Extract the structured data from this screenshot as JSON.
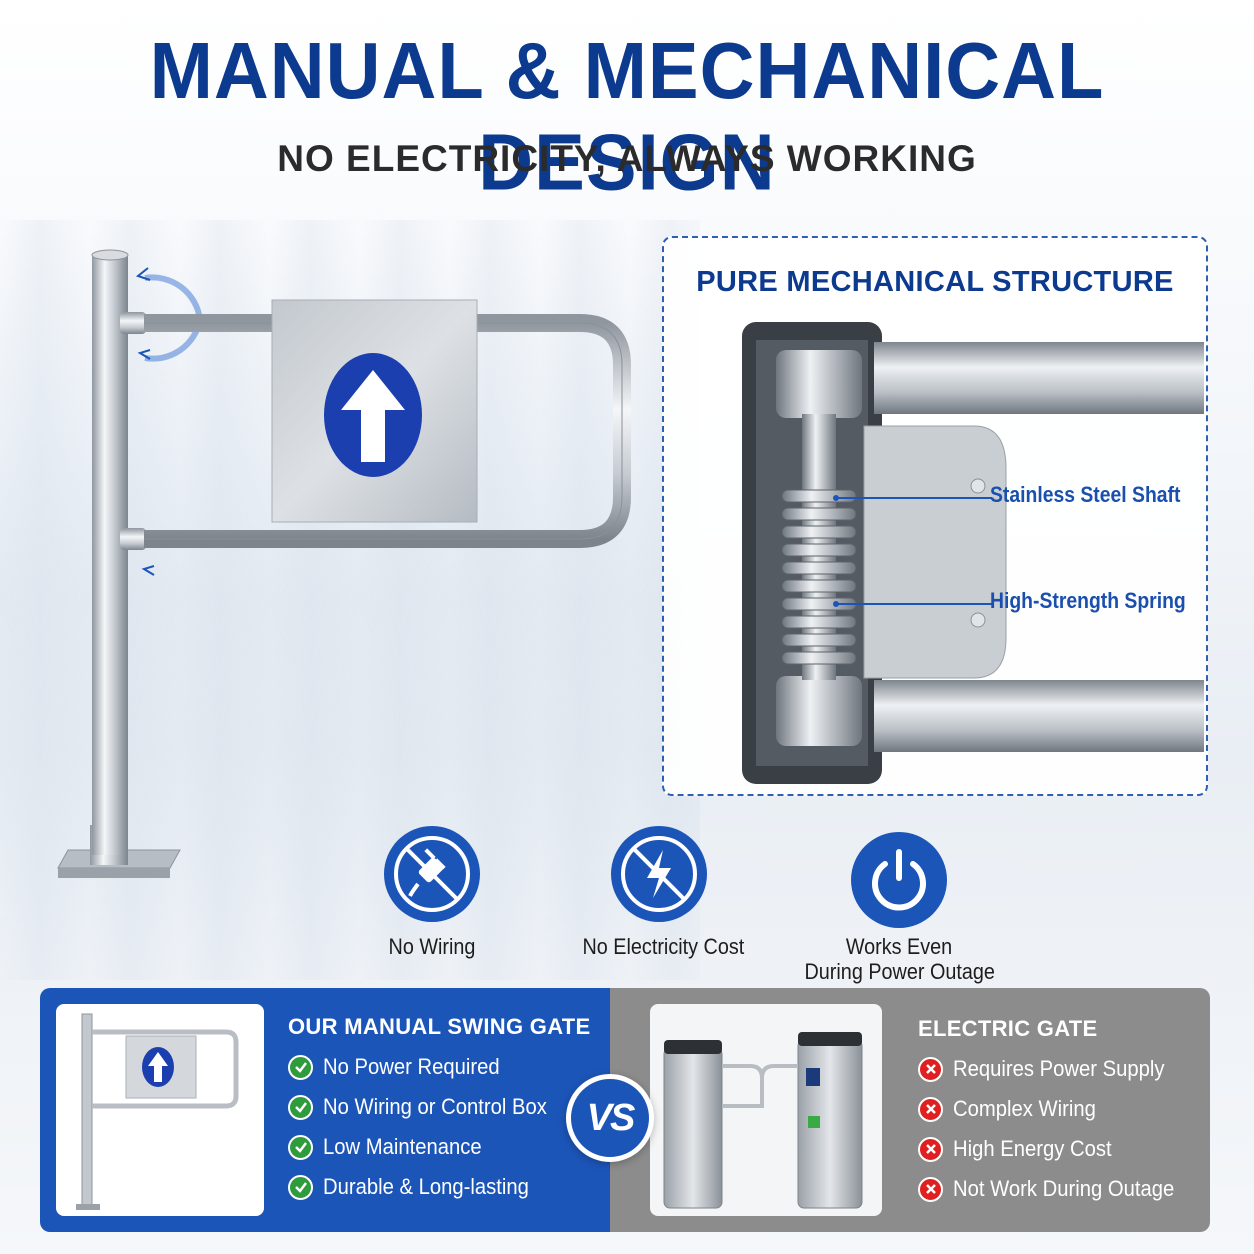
{
  "headline": "MANUAL & MECHANICAL DESIGN",
  "subhead": "NO ELECTRICITY, ALWAYS WORKING",
  "structure": {
    "title": "PURE MECHANICAL STRUCTURE",
    "callouts": [
      "Stainless Steel Shaft",
      "High-Strength Spring"
    ]
  },
  "features": [
    {
      "label": "No Wiring",
      "icon": "no-plug-icon"
    },
    {
      "label": "No Electricity Cost",
      "icon": "no-lightning-icon"
    },
    {
      "label_line1": "Works Even",
      "label_line2": "During Power Outage",
      "icon": "power-icon"
    }
  ],
  "comparison": {
    "left": {
      "title": "OUR MANUAL SWING GATE",
      "items": [
        "No Power Required",
        "No Wiring or Control Box",
        "Low Maintenance",
        "Durable & Long-lasting"
      ]
    },
    "vs_label": "VS",
    "right": {
      "title": "ELECTRIC GATE",
      "items": [
        "Requires Power Supply",
        "Complex Wiring",
        "High Energy Cost",
        "Not Work During Outage"
      ]
    }
  },
  "colors": {
    "brand_blue": "#1c55b8",
    "headline_blue": "#0b3a8f",
    "check_green": "#2e9b3c",
    "cross_red": "#e02020",
    "electric_panel_gray": "#8c8c8c"
  }
}
